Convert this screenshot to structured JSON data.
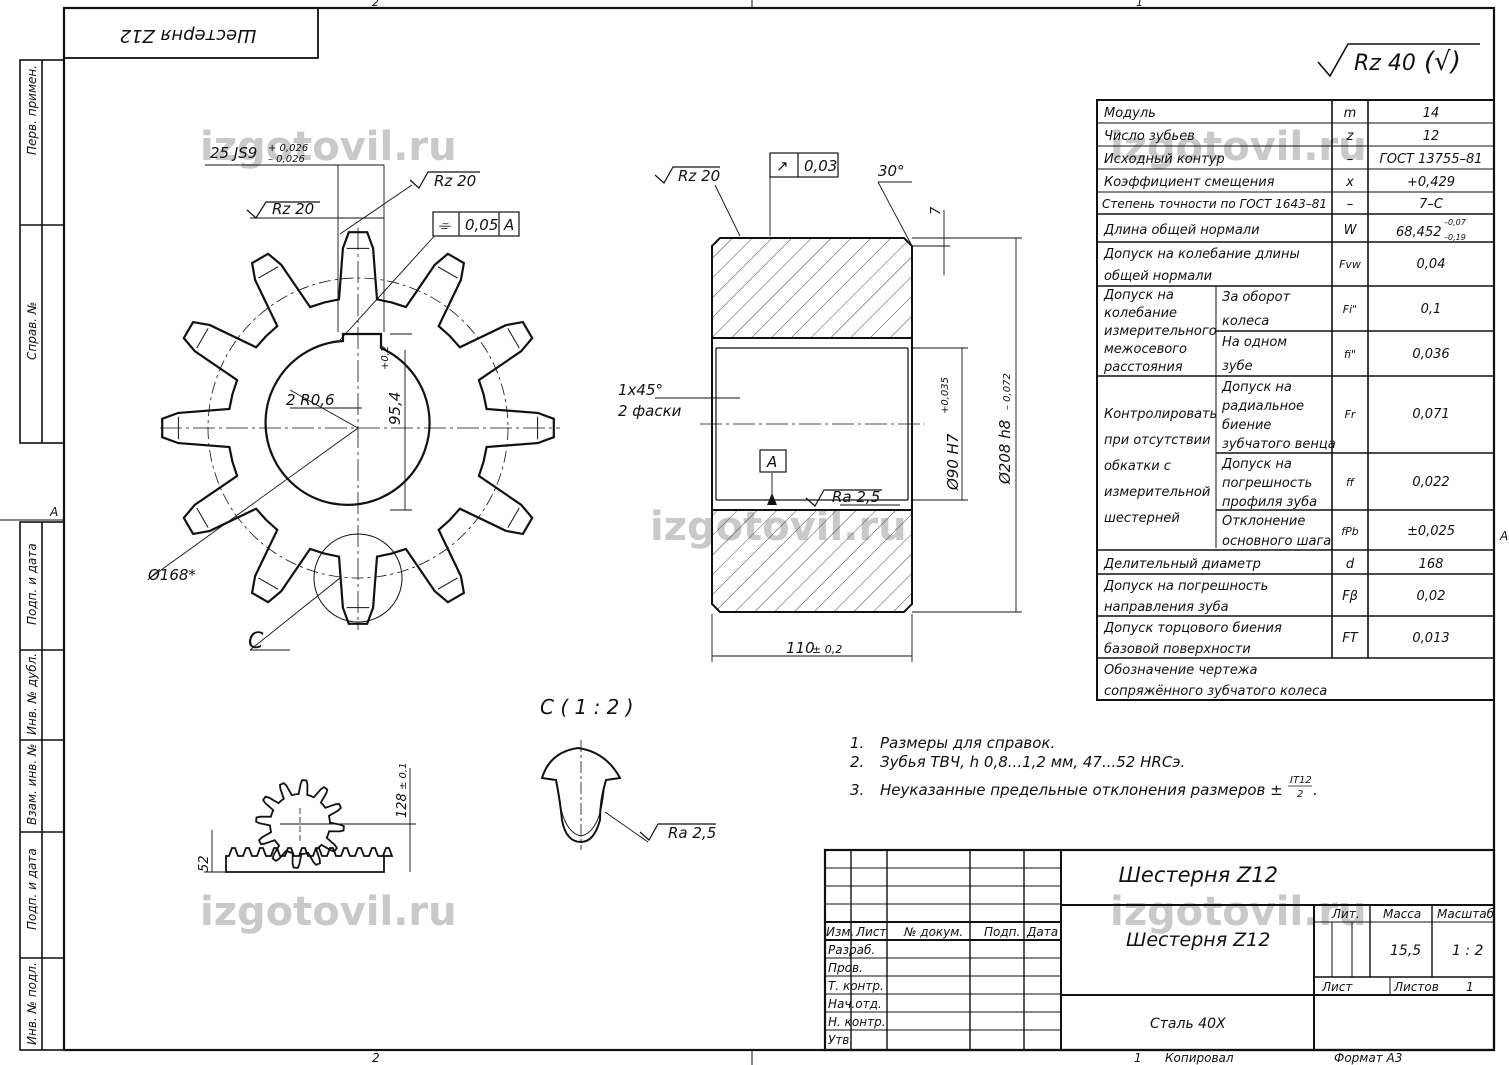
{
  "title_box": "Шестерня Z12",
  "roughness_general": "Rz 40",
  "roughness_general_suffix": "(√)",
  "watermark": "izgotovil.ru",
  "zone_labels": {
    "top_left": "2",
    "top_right": "1",
    "side_a": "A",
    "bottom_left": "2",
    "bottom_mid": "1"
  },
  "left_strip": [
    "Перв. примен.",
    "Справ. №",
    "Подп. и дата",
    "Инв. № дубл.",
    "Взам. инв. №",
    "Подп. и дата",
    "Инв. № подл."
  ],
  "front_view": {
    "keyway_dim": "25 JS9",
    "keyway_tol_upper": "+ 0,026",
    "keyway_tol_lower": "– 0,026",
    "rz_keyway_side": "Rz 20",
    "rz_keyway_top": "Rz 20",
    "symmetry_tol": "0,05",
    "symmetry_datum": "A",
    "key_depth": "95,4",
    "key_depth_tol": "+0,2",
    "corner_radius": "2 R0,6",
    "pitch_diameter": "Ø168*",
    "detail_label": "C"
  },
  "section_view": {
    "rz_face": "Rz 20",
    "runout_tol": "0,03",
    "chamfer_angle": "30°",
    "chamfer_len": "7",
    "chamfer_note_1": "1x45°",
    "chamfer_note_2": "2 фаски",
    "datum": "A",
    "ra_bore": "Ra 2,5",
    "bore_dia": "Ø90 H7",
    "bore_tol": "+0,035",
    "outer_dia": "Ø208 h8",
    "outer_tol": "– 0,072",
    "width": "110",
    "width_tol": "± 0,2"
  },
  "detail_view": {
    "title": "C ( 1 : 2 )",
    "ra": "Ra 2,5"
  },
  "mesh_view": {
    "center_dist": "128",
    "center_tol": "± 0,1",
    "rack_height": "52"
  },
  "notes": [
    {
      "num": "1.",
      "text": "Размеры для справок."
    },
    {
      "num": "2.",
      "text": "Зубья ТВЧ, h 0,8...1,2 мм, 47...52 HRCэ."
    },
    {
      "num": "3.",
      "text": "Неуказанные предельные отклонения размеров ±"
    }
  ],
  "note3_fraction_top": "IT12",
  "note3_fraction_bottom": "2",
  "params": [
    {
      "name": "Модуль",
      "sym": "m",
      "val": "14"
    },
    {
      "name": "Число зубьев",
      "sym": "z",
      "val": "12"
    },
    {
      "name": "Исходный контур",
      "sym": "–",
      "val": "ГОСТ 13755–81"
    },
    {
      "name": "Коэффициент смещения",
      "sym": "x",
      "val": "+0,429"
    },
    {
      "name": "Степень точности по ГОСТ 1643–81",
      "sym": "–",
      "val": "7–С"
    },
    {
      "name": "Длина общей нормали",
      "sym": "W",
      "val": "68,452",
      "tol_up": "–0,07",
      "tol_low": "–0,19"
    },
    {
      "name_1": "Допуск на колебание длины",
      "name_2": "общей нормали",
      "sym": "Fvw",
      "val": "0,04"
    },
    {
      "group": [
        "Допуск на",
        "колебание",
        "измерительного",
        "межосевого",
        "расстояния"
      ],
      "rows": [
        {
          "name_1": "За оборот",
          "name_2": "колеса",
          "sym": "Fi\"",
          "val": "0,1"
        },
        {
          "name_1": "На одном",
          "name_2": "зубе",
          "sym": "fi\"",
          "val": "0,036"
        }
      ]
    },
    {
      "group": [
        "Контролировать",
        "при отсутствии",
        "обкатки с",
        "измерительной",
        "шестерней"
      ],
      "rows": [
        {
          "name": [
            "Допуск на",
            "радиальное",
            "биение",
            "зубчатого венца"
          ],
          "sym": "Fr",
          "val": "0,071"
        },
        {
          "name": [
            "Допуск на",
            "погрешность",
            "профиля зуба"
          ],
          "sym": "ff",
          "val": "0,022"
        },
        {
          "name": [
            "Отклонение",
            "основного шага"
          ],
          "sym": "fPb",
          "val": "±0,025"
        }
      ]
    },
    {
      "name": "Делительный диаметр",
      "sym": "d",
      "val": "168"
    },
    {
      "name_1": "Допуск на погрешность",
      "name_2": "направления зуба",
      "sym": "Fβ",
      "val": "0,02"
    },
    {
      "name_1": "Допуск торцового биения",
      "name_2": "базовой поверхности",
      "sym": "FT",
      "val": "0,013"
    },
    {
      "name_1": "Обозначение чертежа",
      "name_2": "сопряжённого зубчатого колеса",
      "sym": "",
      "val": ""
    }
  ],
  "title_block": {
    "designation": "Шестерня Z12",
    "name": "Шестерня Z12",
    "material": "Сталь 40Х",
    "lit": "Лит.",
    "mass_label": "Масса",
    "scale_label": "Масштаб",
    "mass": "15,5",
    "scale": "1 : 2",
    "sheet_label": "Лист",
    "sheets_label": "Листов",
    "sheets": "1",
    "cols": [
      "Изм.",
      "Лист",
      "№ докум.",
      "Подп.",
      "Дата"
    ],
    "rows": [
      "Разраб.",
      "Пров.",
      "Т. контр.",
      "Нач.отд.",
      "Н. контр.",
      "Утв."
    ],
    "copied": "Копировал",
    "format": "Формат А3",
    "copied_num": "1"
  }
}
